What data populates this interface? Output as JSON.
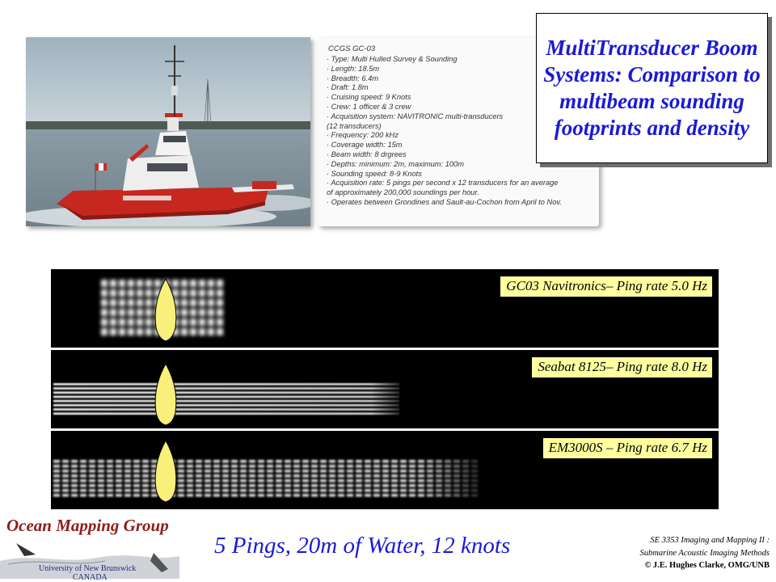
{
  "spec_card": {
    "title": "CCGS GC-03",
    "items": [
      "· Type: Multi Hulled Survey & Sounding",
      "· Length: 18.5m",
      "· Breadth: 6.4m",
      "· Draft: 1.8m",
      "· Cruising speed: 9 Knots",
      "· Crew: 1 officer & 3 crew",
      "· Acquisition system: NAVITRONIC multi-transducers",
      "  (12 transducers)",
      "· Frequency: 200 kHz",
      "· Coverage width: 15m",
      "· Beam width: 8 drgrees",
      "· Depths: minimum: 2m, maximum: 100m",
      "· Sounding speed: 8-9 Knots",
      "· Acquisition rate: 5 pings per second x 12 transducers for an average",
      "  of approximately 200,000 soundings per hour.",
      "· Operates between Grondines and Sault-au-Cochon from April to Nov."
    ]
  },
  "title": "MultiTransducer Boom Systems: Comparison to multibeam sounding footprints and density",
  "panels": [
    {
      "label": "GC03 Navitronics– Ping rate 5.0 Hz"
    },
    {
      "label": "Seabat 8125– Ping rate 8.0 Hz"
    },
    {
      "label": "EM3000S – Ping rate 6.7 Hz"
    }
  ],
  "caption": "5 Pings, 20m of Water, 12 knots",
  "logo": {
    "name": "Ocean Mapping Group",
    "university": "University of New Brunswick",
    "country": "CANADA"
  },
  "credits": {
    "line1": "SE 3353 Imaging and Mapping II :",
    "line2": "Submarine Acoustic Imaging Methods",
    "line3": "© J.E. Hughes Clarke, OMG/UNB"
  },
  "colors": {
    "title_blue": "#1a1ad6",
    "label_yellow": "#ffffa0",
    "logo_red": "#8e1d1d"
  }
}
